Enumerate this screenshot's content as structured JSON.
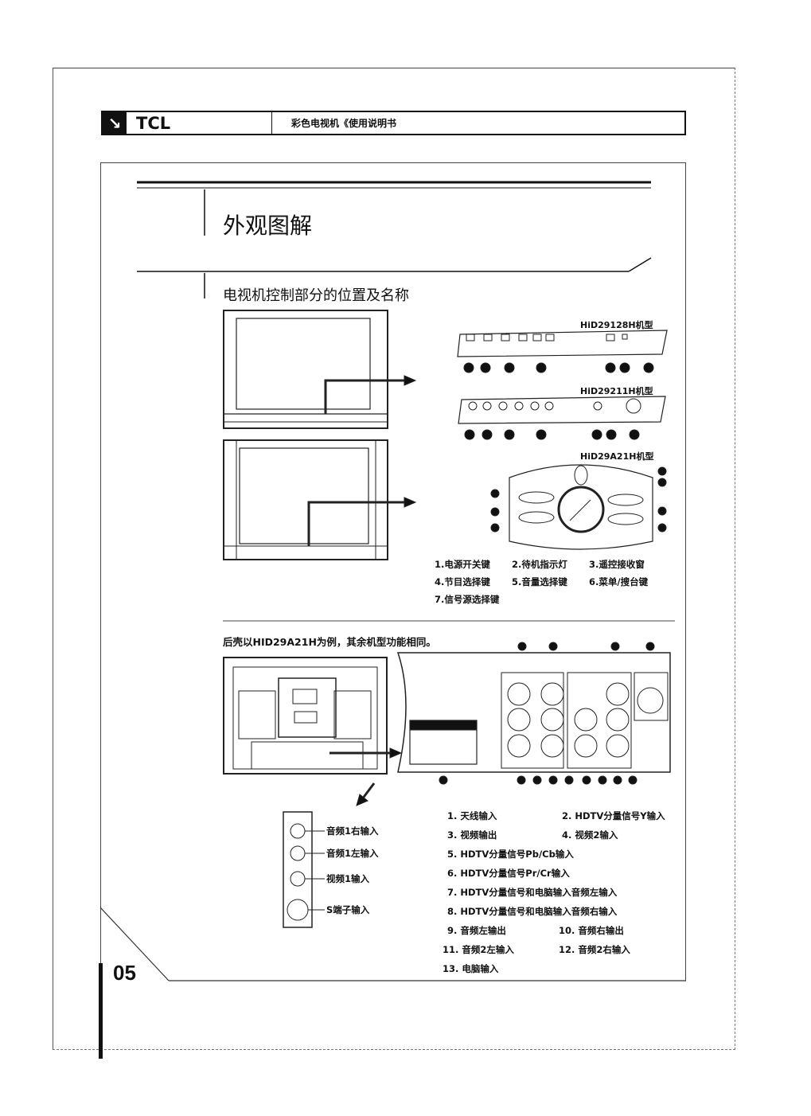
{
  "header": {
    "brand": "TCL",
    "subtitle": "彩色电视机《使用说明书"
  },
  "page": {
    "title": "外观图解",
    "section_title": "电视机控制部分的位置及名称",
    "page_number": "05"
  },
  "front_models": [
    {
      "name": "HiD29128H机型"
    },
    {
      "name": "HiD29211H机型"
    },
    {
      "name": "HiD29A21H机型"
    }
  ],
  "front_legend": [
    "1.电源开关键",
    "2.待机指示灯",
    "3.遥控接收窗",
    "4.节目选择键",
    "5.音量选择键",
    "6.菜单/搜台键",
    "7.信号源选择键"
  ],
  "rear": {
    "caption": "后壳以HID29A21H为例，其余机型功能相同。",
    "side_panel_labels": [
      "音频1右输入",
      "音频1左输入",
      "视频1输入",
      "S端子输入"
    ],
    "legend": [
      "1. 天线输入",
      "2. HDTV分量信号Y输入",
      "3. 视频输出",
      "4. 视频2输入",
      "5. HDTV分量信号Pb/Cb输入",
      "6. HDTV分量信号Pr/Cr输入",
      "7. HDTV分量信号和电脑输入音频左输入",
      "8. HDTV分量信号和电脑输入音频右输入",
      "9. 音频左输出",
      "10. 音频右输出",
      "11. 音频2左输入",
      "12. 音频2右输入",
      "13. 电脑输入"
    ]
  }
}
